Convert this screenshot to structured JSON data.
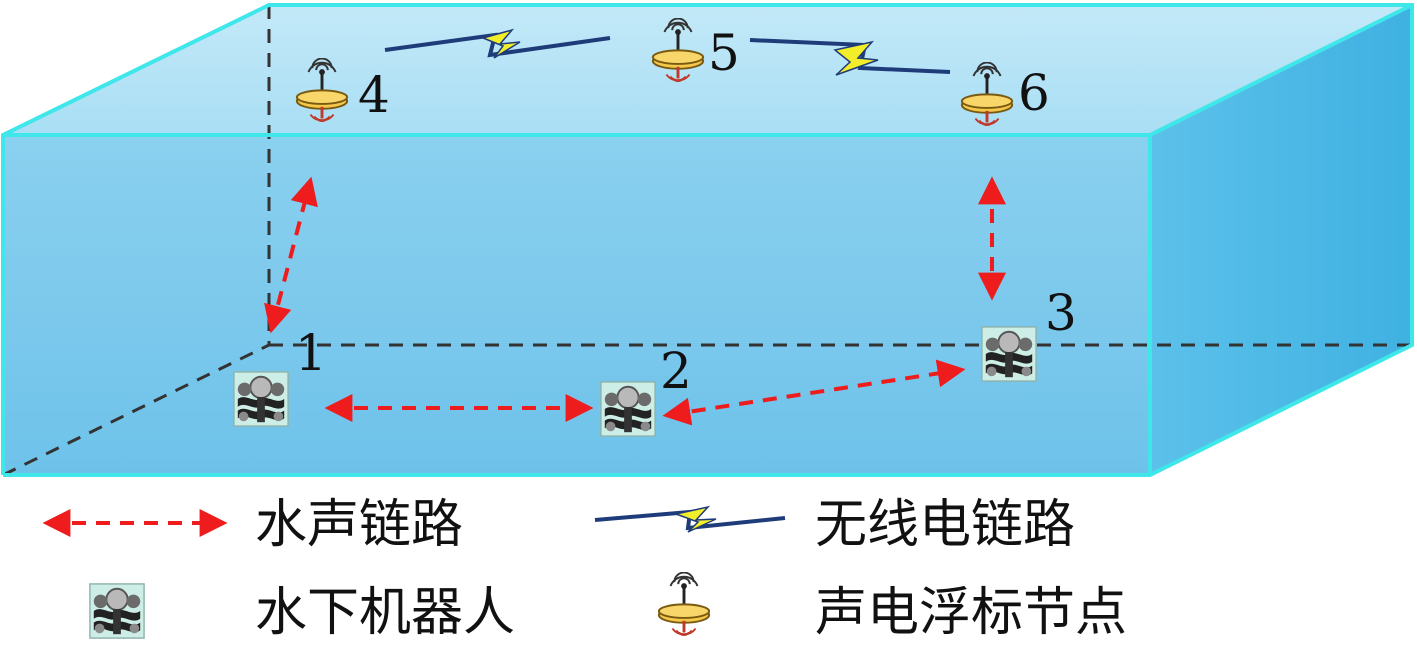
{
  "nodes": {
    "robot_1": "1",
    "robot_2": "2",
    "robot_3": "3",
    "buoy_4": "4",
    "buoy_5": "5",
    "buoy_6": "6"
  },
  "legend": {
    "acoustic_link": "水声链路",
    "radio_link": "无线电链路",
    "robot": "水下机器人",
    "buoy": "声电浮标节点"
  },
  "colors": {
    "water_top": "#b5e3f5",
    "water_front": "#8fd3f0",
    "water_side": "#4db8e6",
    "edge": "#3fe6ea",
    "acoustic": "#ee1c1c",
    "radio_line": "#1f3c7a",
    "radio_bolt": "#f2ee2a",
    "buoy_body": "#f5c84c"
  }
}
